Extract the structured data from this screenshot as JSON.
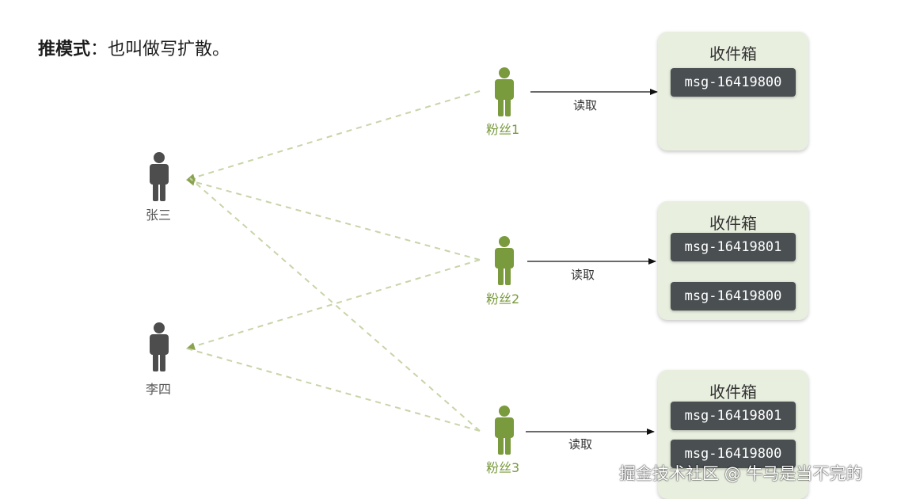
{
  "heading": {
    "bold": "推模式",
    "rest": "：也叫做写扩散。"
  },
  "authors": [
    {
      "label": "张三"
    },
    {
      "label": "李四"
    }
  ],
  "fans": [
    {
      "label": "粉丝1",
      "read_label": "读取"
    },
    {
      "label": "粉丝2",
      "read_label": "读取"
    },
    {
      "label": "粉丝3",
      "read_label": "读取"
    }
  ],
  "inboxes": [
    {
      "title": "收件箱",
      "messages": [
        "msg-16419800"
      ]
    },
    {
      "title": "收件箱",
      "messages": [
        "msg-16419801",
        "msg-16419800"
      ]
    },
    {
      "title": "收件箱",
      "messages": [
        "msg-16419801",
        "msg-16419800"
      ]
    }
  ],
  "watermark": "掘金技术社区 @ 牛马是当不完的",
  "colors": {
    "author": "#4d4d4d",
    "fan": "#7a9a3e",
    "dashed_line": "#c8d4a8",
    "inbox_bg": "#e8efdf",
    "msg_bg": "#4a4f52"
  }
}
